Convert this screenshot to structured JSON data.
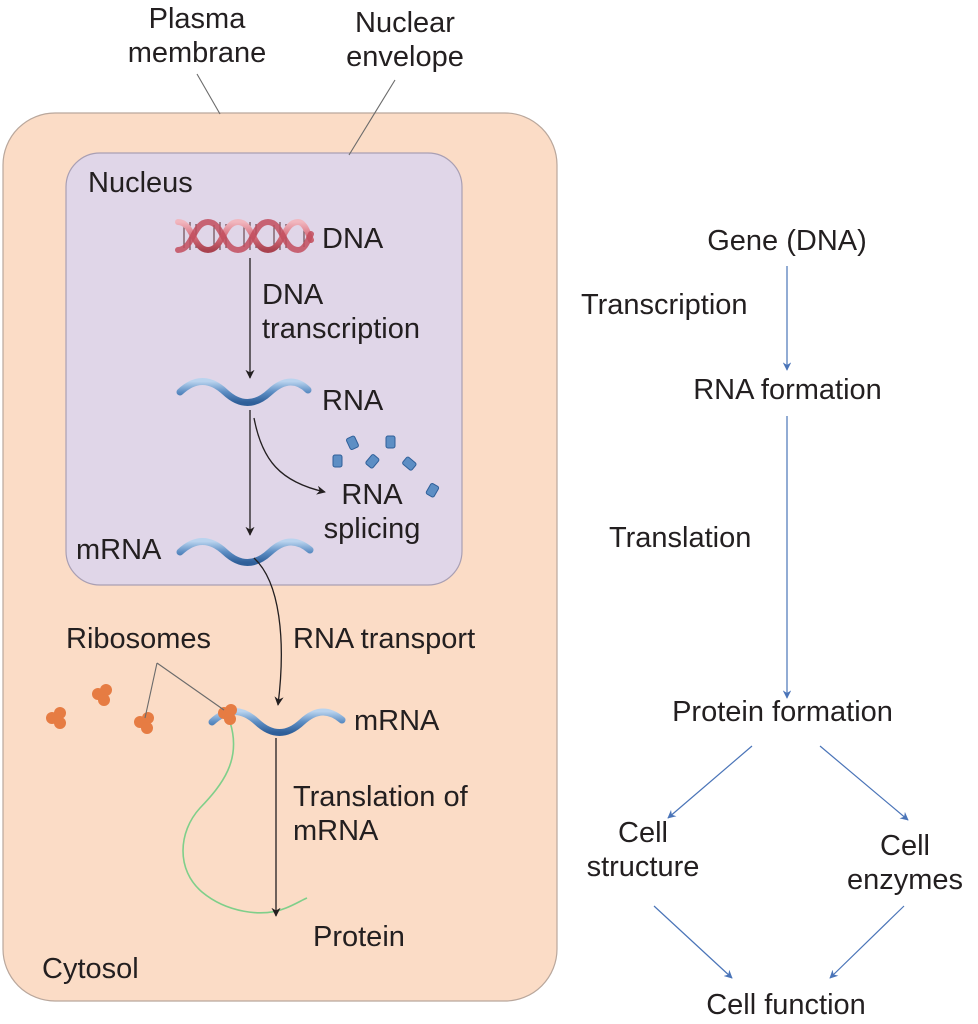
{
  "labels": {
    "plasma_membrane": [
      "Plasma",
      "membrane"
    ],
    "nuclear_envelope": [
      "Nuclear",
      "envelope"
    ],
    "nucleus": "Nucleus",
    "dna": "DNA",
    "dna_transcription": [
      "DNA",
      "transcription"
    ],
    "rna": "RNA",
    "rna_splicing": [
      "RNA",
      "splicing"
    ],
    "mrna_nucleus": "mRNA",
    "ribosomes": "Ribosomes",
    "rna_transport": "RNA transport",
    "mrna_cytosol": "mRNA",
    "translation_of_mrna": [
      "Translation of",
      "mRNA"
    ],
    "protein": "Protein",
    "cytosol": "Cytosol"
  },
  "flow": {
    "gene_dna": "Gene (DNA)",
    "transcription": "Transcription",
    "rna_formation": "RNA formation",
    "translation": "Translation",
    "protein_formation": "Protein formation",
    "cell_structure": [
      "Cell",
      "structure"
    ],
    "cell_enzymes": [
      "Cell",
      "enzymes"
    ],
    "cell_function": "Cell function"
  },
  "colors": {
    "cell_fill": "#fbdcc6",
    "nucleus_fill": "#e0d6e8",
    "flow_arrow": "#4a74b8",
    "ribosome": "#e67c43",
    "dna_strand": "#d8707e",
    "rna_strand": "#5d8ec4",
    "protein_chain": "#7fcf8a",
    "text": "#231f20"
  }
}
